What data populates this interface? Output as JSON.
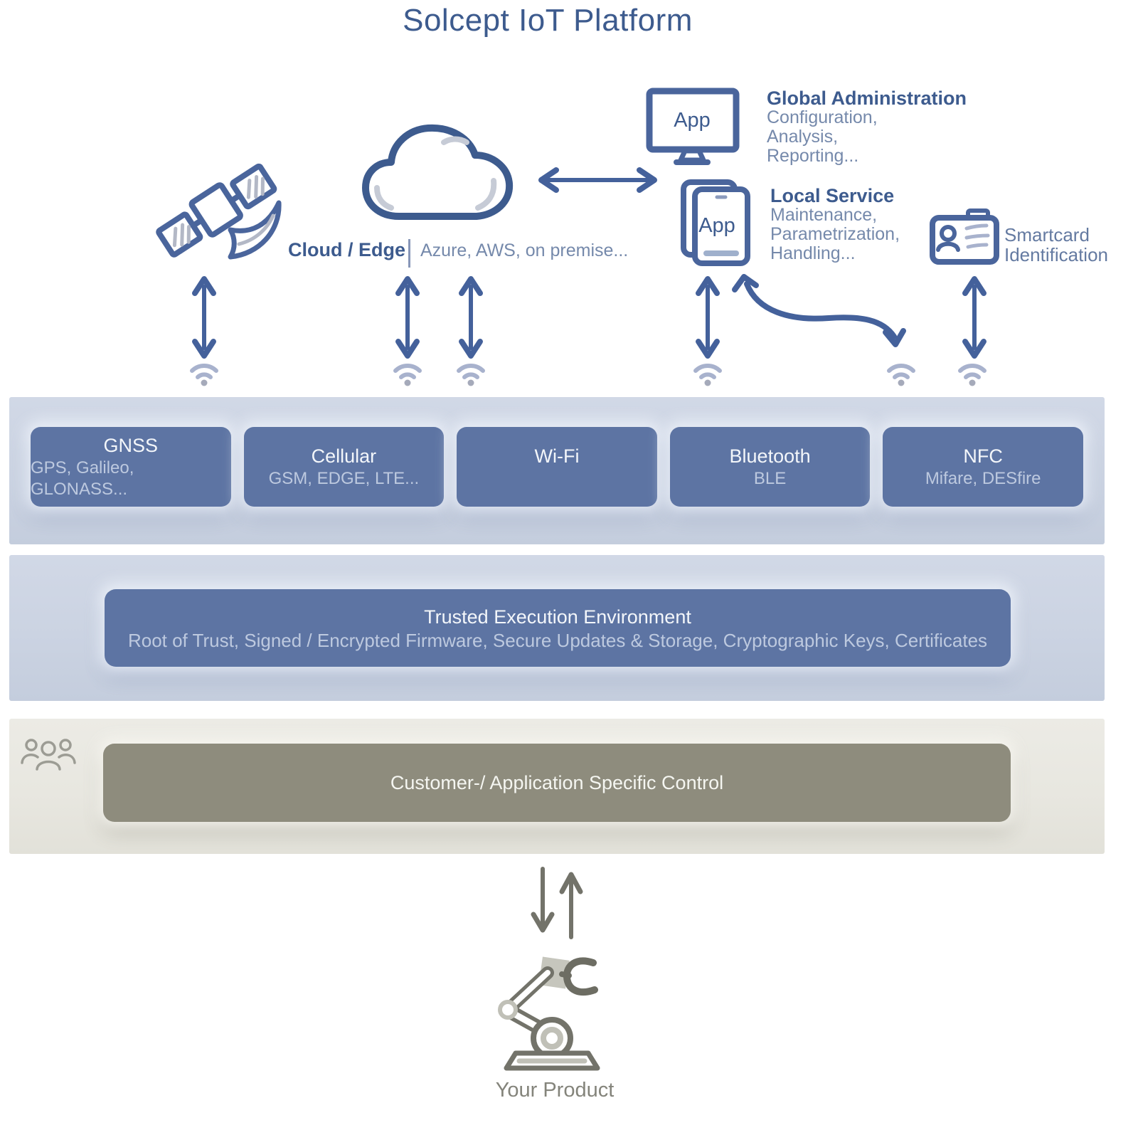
{
  "title": "Solcept IoT Platform",
  "cloud": {
    "primary": "Cloud / Edge",
    "secondary": "Azure, AWS, on premise..."
  },
  "monitor_app": "App",
  "phone_app": "App",
  "global_admin": {
    "heading": "Global Administration",
    "lines": [
      "Configuration,",
      "Analysis,",
      "Reporting..."
    ]
  },
  "local_service": {
    "heading": "Local Service",
    "lines": [
      "Maintenance,",
      "Parametrization,",
      "Handling..."
    ]
  },
  "smartcard": {
    "lines": [
      "Smartcard",
      "Identification"
    ]
  },
  "connectivity": {
    "items": [
      {
        "title": "GNSS",
        "subtitle": "GPS, Galileo, GLONASS..."
      },
      {
        "title": "Cellular",
        "subtitle": "GSM, EDGE, LTE..."
      },
      {
        "title": "Wi-Fi",
        "subtitle": ""
      },
      {
        "title": "Bluetooth",
        "subtitle": "BLE"
      },
      {
        "title": "NFC",
        "subtitle": "Mifare, DESfire"
      }
    ]
  },
  "tee": {
    "title": "Trusted Execution Environment",
    "subtitle": "Root of Trust, Signed / Encrypted Firmware, Secure Updates & Storage, Cryptographic Keys, Certificates"
  },
  "customer": {
    "title": "Customer-/ Application Specific Control"
  },
  "product": {
    "label": "Your Product"
  },
  "icons": {
    "satellite": "satellite-icon",
    "cloud": "cloud-icon",
    "monitor": "monitor-app-icon",
    "phone": "phone-app-icon",
    "smartcard": "smartcard-icon",
    "wifi": "wifi-icon",
    "double_arrow": "double-arrow-icon",
    "curved_arrow": "curved-arrow-icon",
    "users": "users-icon",
    "robot": "robot-arm-icon"
  },
  "colors": {
    "accent_dark_blue": "#3d5b8e",
    "icon_stroke_blue": "#4a659c",
    "secondary_text_blue": "#7589ab",
    "smartcard_text_blue": "#647aa1",
    "wifi_gray_blue": "#a8b2cd",
    "band_blue_bg": "#cbd3e2",
    "box_blue": "#5d74a3",
    "box_subtitle": "#bdc9df",
    "band_sand_bg": "#e8e7e0",
    "box_olive": "#8e8c7d",
    "gray_icon": "#73736a",
    "gray_text": "#84847b"
  }
}
